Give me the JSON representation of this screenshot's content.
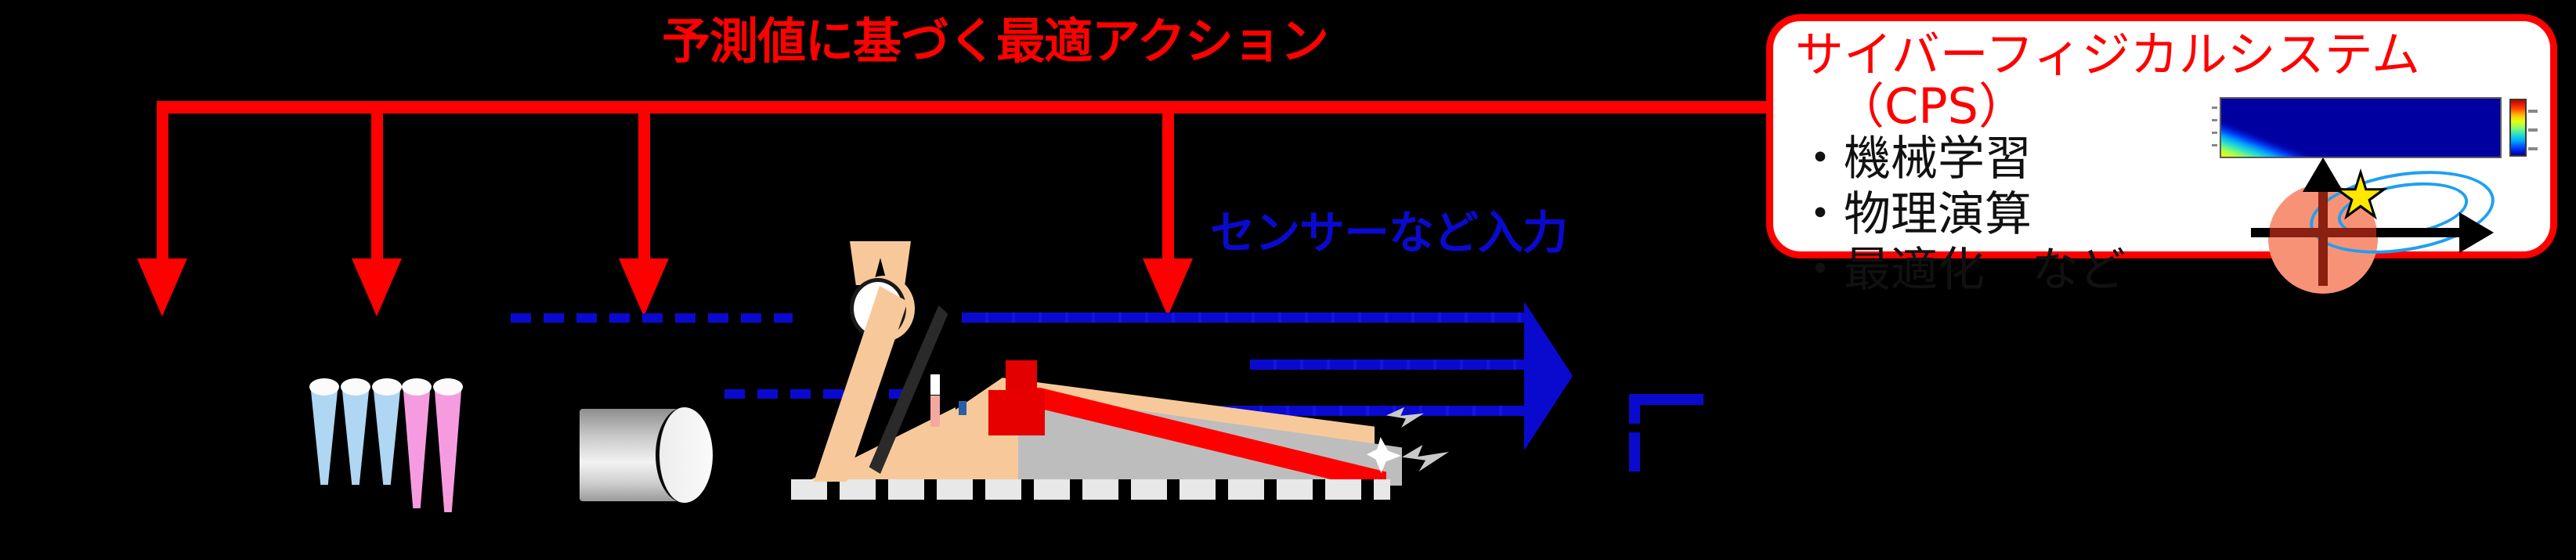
{
  "diagram": {
    "background_color": "#000000",
    "accent_red": "#FF0000",
    "accent_blue": "#0A0ACF"
  },
  "action_flow": {
    "title": "予測値に基づく最適アクション",
    "arrow_count": 4,
    "color": "#FF0000"
  },
  "sensor_flow": {
    "label": "センサーなど入力",
    "line_count": 3,
    "color": "#0A0ACF"
  },
  "equipment": {
    "pipettes": {
      "name": "pipette-tip-rack",
      "blue_count": 3,
      "pink_count": 2,
      "blue_color": "#AFD6F2",
      "pink_color": "#F79BE0",
      "cap_color": "#FBFBFB"
    },
    "cylinder": {
      "name": "sample-cylinder",
      "color": "#C9C9C9"
    },
    "robot": {
      "name": "lab-robot-arm",
      "arm_color": "#F7C99A"
    },
    "bench": {
      "name": "experiment-bench",
      "top_color": "#F7C99A",
      "beam_color": "#FF0000"
    }
  },
  "cps_panel": {
    "title_line1": "サイバーフィジカルシステム",
    "title_line2": "（CPS）",
    "title_color": "#FF0000",
    "border_color": "#FF0000",
    "background": "#FFFFFF",
    "bullets": [
      {
        "marker": "・",
        "label": "機械学習"
      },
      {
        "marker": "・",
        "label": "物理演算"
      },
      {
        "marker": "・",
        "label": "最適化　など"
      }
    ],
    "figures": [
      {
        "name": "heatmap-figure",
        "type": "heatmap",
        "colormap": "jet"
      },
      {
        "name": "optimization-figure",
        "type": "contour-with-optimum"
      }
    ]
  },
  "chart_data": [
    {
      "type": "heatmap",
      "name": "machine-learning-heatmap",
      "title": "",
      "xlabel": "",
      "ylabel": "",
      "colormap": "jet",
      "colorbar": true,
      "description": "Diagonal high-intensity ridge running from upper-left to lower-right on a dark blue background",
      "xlim": [
        0,
        1
      ],
      "ylim": [
        0,
        1
      ],
      "zlim": [
        0,
        1
      ],
      "grid": false
    },
    {
      "type": "scatter",
      "name": "optimization-contour",
      "title": "",
      "xlabel": "",
      "ylabel": "",
      "description": "Two concentric blue elliptical contours with a yellow star marking the optimum and a salmon circular region at the origin",
      "contour_levels": 2,
      "optimum_marker": "star",
      "optimum_color": "#FFE800",
      "contour_color": "#1EA0F0",
      "region_color": "#F79277",
      "grid": false
    }
  ]
}
